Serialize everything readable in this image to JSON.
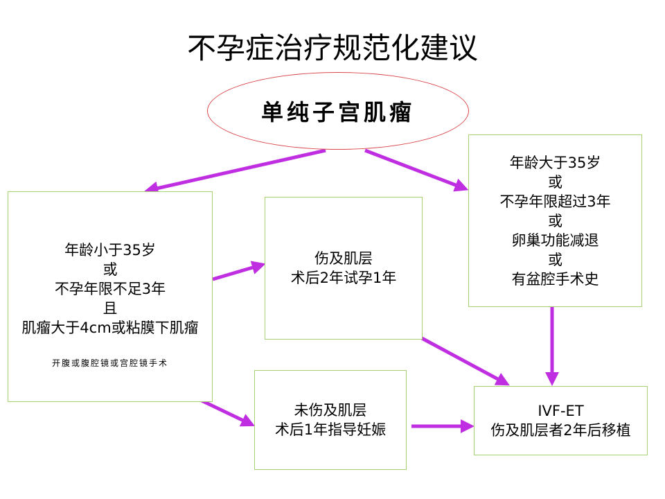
{
  "title": "不孕症治疗规范化建议",
  "root": {
    "label": "单纯子宫肌瘤"
  },
  "left_box": {
    "lines": [
      "年龄小于35岁",
      "或",
      "不孕年限不足3年",
      "且",
      "肌瘤大于4cm或粘膜下肌瘤"
    ],
    "note": "开腹或腹腔镜或宫腔镜手术"
  },
  "right_top_box": {
    "lines": [
      "年龄大于35岁",
      "或",
      "不孕年限超过3年",
      "或",
      "卵巢功能减退",
      "或",
      "有盆腔手术史"
    ]
  },
  "middle_top_box": {
    "lines": [
      "伤及肌层",
      "术后2年试孕1年"
    ]
  },
  "middle_bottom_box": {
    "lines": [
      "未伤及肌层",
      "术后1年指导妊娠"
    ]
  },
  "right_bottom_box": {
    "lines": [
      "IVF-ET",
      "伤及肌层者2年后移植"
    ]
  },
  "colors": {
    "arrow": "#bf2ee0",
    "box_border": "#a6d372",
    "ellipse_border": "#d9464a"
  }
}
